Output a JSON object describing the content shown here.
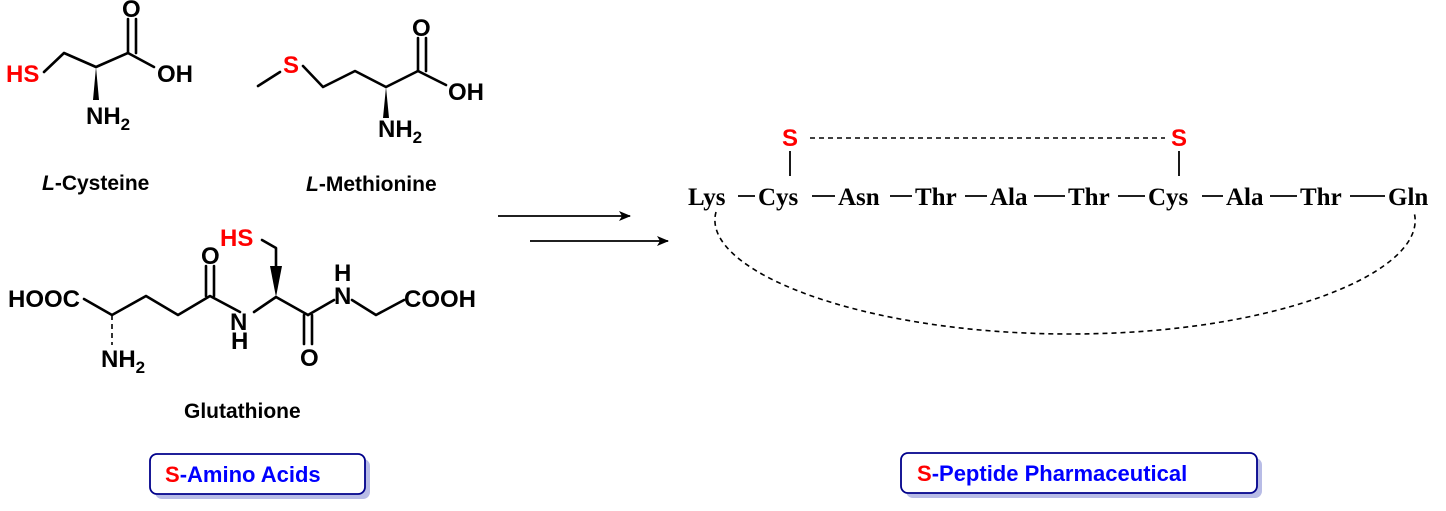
{
  "colors": {
    "sulfur": "#ff0000",
    "box_text": "#0000ff",
    "box_border": "#00008b",
    "box_shadow": "#b8bce6"
  },
  "atoms": {
    "sh": "HS",
    "s": "S",
    "oh": "OH",
    "o": "O",
    "nh2_main": "NH",
    "nh2_sub": "2",
    "h": "H",
    "n": "N",
    "hooc": "HOOC",
    "cooh": "COOH"
  },
  "names": {
    "cysteine_prefix": "L",
    "cysteine_rest": "-Cysteine",
    "methionine_prefix": "L",
    "methionine_rest": "-Methionine",
    "glutathione": "Glutathione"
  },
  "peptide": {
    "residues": [
      "Lys",
      "Cys",
      "Asn",
      "Thr",
      "Ala",
      "Thr",
      "Cys",
      "Ala",
      "Thr",
      "Gln"
    ],
    "sulfur_label": "S"
  },
  "boxes": {
    "left": {
      "s": "S",
      "rest": "-Amino Acids"
    },
    "right": {
      "s": "S",
      "rest": "-Peptide Pharmaceutical"
    }
  },
  "icons": {
    "arrow": "right-arrow-icon"
  }
}
